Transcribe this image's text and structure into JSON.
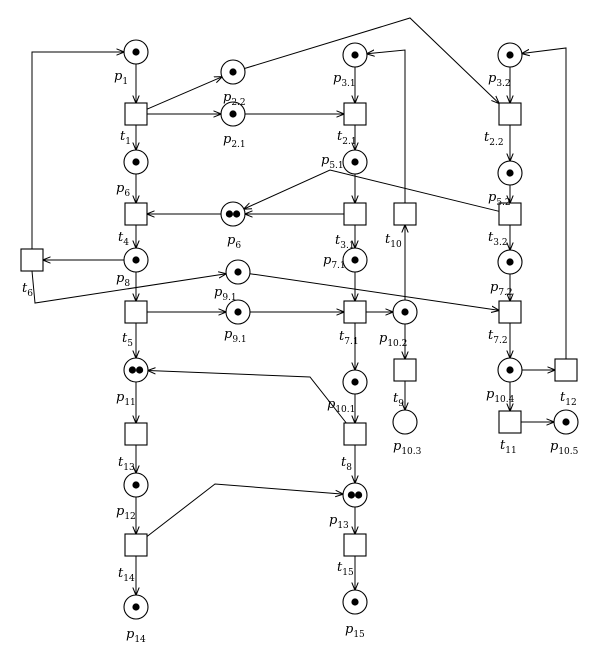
{
  "places": [
    {
      "id": "p1",
      "label": "p",
      "sub": "1",
      "tokens": 1
    },
    {
      "id": "p2.2",
      "label": "p",
      "sub": "2.2",
      "tokens": 1
    },
    {
      "id": "p2.1",
      "label": "p",
      "sub": "2.1",
      "tokens": 1
    },
    {
      "id": "p3.1",
      "label": "p",
      "sub": "3.1",
      "tokens": 1
    },
    {
      "id": "p3.2",
      "label": "p",
      "sub": "3.2",
      "tokens": 1
    },
    {
      "id": "p5.1",
      "label": "p",
      "sub": "5.1",
      "tokens": 1
    },
    {
      "id": "p5.2",
      "label": "p",
      "sub": "5.2",
      "tokens": 1
    },
    {
      "id": "p6a",
      "label": "p",
      "sub": "6",
      "tokens": 1
    },
    {
      "id": "p6b",
      "label": "p",
      "sub": "6",
      "tokens": 2
    },
    {
      "id": "p7.1",
      "label": "p",
      "sub": "7.1",
      "tokens": 1
    },
    {
      "id": "p7.2",
      "label": "p",
      "sub": "7.2",
      "tokens": 1
    },
    {
      "id": "p8",
      "label": "p",
      "sub": "8",
      "tokens": 1
    },
    {
      "id": "p9.1a",
      "label": "p",
      "sub": "9.1",
      "tokens": 1
    },
    {
      "id": "p9.1b",
      "label": "p",
      "sub": "9.1",
      "tokens": 1
    },
    {
      "id": "p10.2",
      "label": "p",
      "sub": "10.2",
      "tokens": 1
    },
    {
      "id": "p10.1",
      "label": "p",
      "sub": "10.1",
      "tokens": 1
    },
    {
      "id": "p10.3",
      "label": "p",
      "sub": "10.3",
      "tokens": 0
    },
    {
      "id": "p10.4",
      "label": "p",
      "sub": "10.4",
      "tokens": 1
    },
    {
      "id": "p10.5",
      "label": "p",
      "sub": "10.5",
      "tokens": 1
    },
    {
      "id": "p11",
      "label": "p",
      "sub": "11",
      "tokens": 2
    },
    {
      "id": "p12",
      "label": "p",
      "sub": "12",
      "tokens": 1
    },
    {
      "id": "p13",
      "label": "p",
      "sub": "13",
      "tokens": 2
    },
    {
      "id": "p14",
      "label": "p",
      "sub": "14",
      "tokens": 1
    },
    {
      "id": "p15",
      "label": "p",
      "sub": "15",
      "tokens": 1
    }
  ],
  "transitions": [
    {
      "id": "t1",
      "label": "t",
      "sub": "1"
    },
    {
      "id": "t2.1",
      "label": "t",
      "sub": "2.1"
    },
    {
      "id": "t2.2",
      "label": "t",
      "sub": "2.2"
    },
    {
      "id": "t3.1",
      "label": "t",
      "sub": "3.1"
    },
    {
      "id": "t3.2",
      "label": "t",
      "sub": "3.2"
    },
    {
      "id": "t4",
      "label": "t",
      "sub": "4"
    },
    {
      "id": "t5",
      "label": "t",
      "sub": "5"
    },
    {
      "id": "t6",
      "label": "t",
      "sub": "6"
    },
    {
      "id": "t7.1",
      "label": "t",
      "sub": "7.1"
    },
    {
      "id": "t7.2",
      "label": "t",
      "sub": "7.2"
    },
    {
      "id": "t8",
      "label": "t",
      "sub": "8"
    },
    {
      "id": "t9",
      "label": "t",
      "sub": "9"
    },
    {
      "id": "t10",
      "label": "t",
      "sub": "10"
    },
    {
      "id": "t11",
      "label": "t",
      "sub": "11"
    },
    {
      "id": "t12",
      "label": "t",
      "sub": "12"
    },
    {
      "id": "t13",
      "label": "t",
      "sub": "13"
    },
    {
      "id": "t14",
      "label": "t",
      "sub": "14"
    },
    {
      "id": "t15",
      "label": "t",
      "sub": "15"
    }
  ],
  "arcs": [
    [
      "p1",
      "t1"
    ],
    [
      "t1",
      "p2.2"
    ],
    [
      "t1",
      "p2.1"
    ],
    [
      "t1",
      "p6a"
    ],
    [
      "p2.1",
      "t2.1"
    ],
    [
      "p3.1",
      "t2.1"
    ],
    [
      "t2.1",
      "p5.1"
    ],
    [
      "p2.2",
      "t2.2"
    ],
    [
      "p3.2",
      "t2.2"
    ],
    [
      "t2.2",
      "p5.2"
    ],
    [
      "p6a",
      "t4"
    ],
    [
      "t4",
      "p8"
    ],
    [
      "p5.1",
      "t3.1"
    ],
    [
      "t3.1",
      "p6b"
    ],
    [
      "t3.1",
      "p7.1"
    ],
    [
      "p5.2",
      "t3.2"
    ],
    [
      "t3.2",
      "p6b"
    ],
    [
      "t3.2",
      "p7.2"
    ],
    [
      "p6b",
      "t4"
    ],
    [
      "p8",
      "t6"
    ],
    [
      "t6",
      "p1"
    ],
    [
      "p8",
      "t5"
    ],
    [
      "t5",
      "p9.1b"
    ],
    [
      "t5",
      "p11"
    ],
    [
      "p9.1a",
      "t7.2"
    ],
    [
      "p7.2",
      "t7.2"
    ],
    [
      "t7.2",
      "p10.4"
    ],
    [
      "p9.1b",
      "t7.1"
    ],
    [
      "p7.1",
      "t7.1"
    ],
    [
      "t7.1",
      "p10.1"
    ],
    [
      "t7.1",
      "p10.2"
    ],
    [
      "t5",
      "p9.1a"
    ],
    [
      "p10.2",
      "t9"
    ],
    [
      "t9",
      "p10.3"
    ],
    [
      "p10.2",
      "t10"
    ],
    [
      "t10",
      "p3.1"
    ],
    [
      "p10.4",
      "t12"
    ],
    [
      "t12",
      "p3.2"
    ],
    [
      "p10.4",
      "t11"
    ],
    [
      "t11",
      "p10.5"
    ],
    [
      "p10.1",
      "t8"
    ],
    [
      "t8",
      "p11"
    ],
    [
      "t8",
      "p13"
    ],
    [
      "p11",
      "t13"
    ],
    [
      "t13",
      "p12"
    ],
    [
      "p12",
      "t14"
    ],
    [
      "t14",
      "p13"
    ],
    [
      "t14",
      "p14"
    ],
    [
      "p13",
      "t15"
    ],
    [
      "t15",
      "p15"
    ]
  ]
}
